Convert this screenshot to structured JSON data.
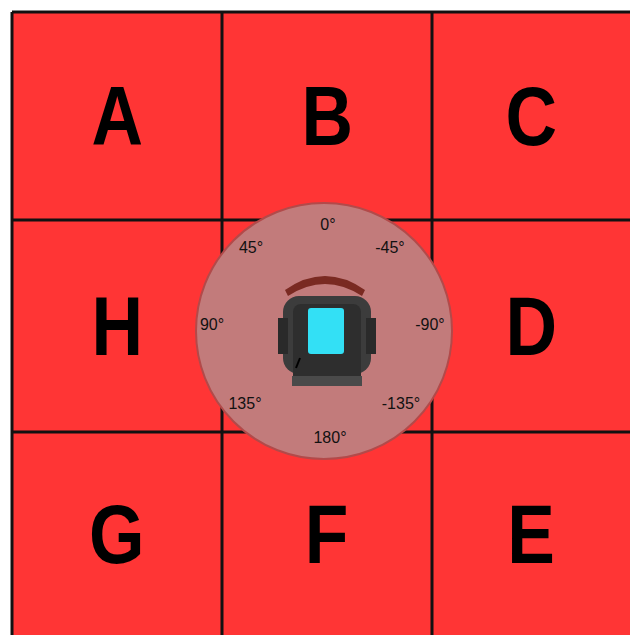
{
  "diagram": {
    "nodes": [
      {
        "text": [
          "A"
        ]
      },
      {
        "text": [
          "B"
        ]
      },
      {
        "text": [
          "C"
        ]
      },
      {
        "text": [
          "H"
        ]
      },
      {
        "text": [
          "D"
        ]
      },
      {
        "text": [
          "G"
        ]
      },
      {
        "text": [
          "F"
        ]
      },
      {
        "text": [
          "E"
        ]
      }
    ],
    "labels": [
      "0°",
      "45°",
      "-45°",
      "90°",
      "-90°",
      "135°",
      "-135°",
      "180°"
    ]
  }
}
